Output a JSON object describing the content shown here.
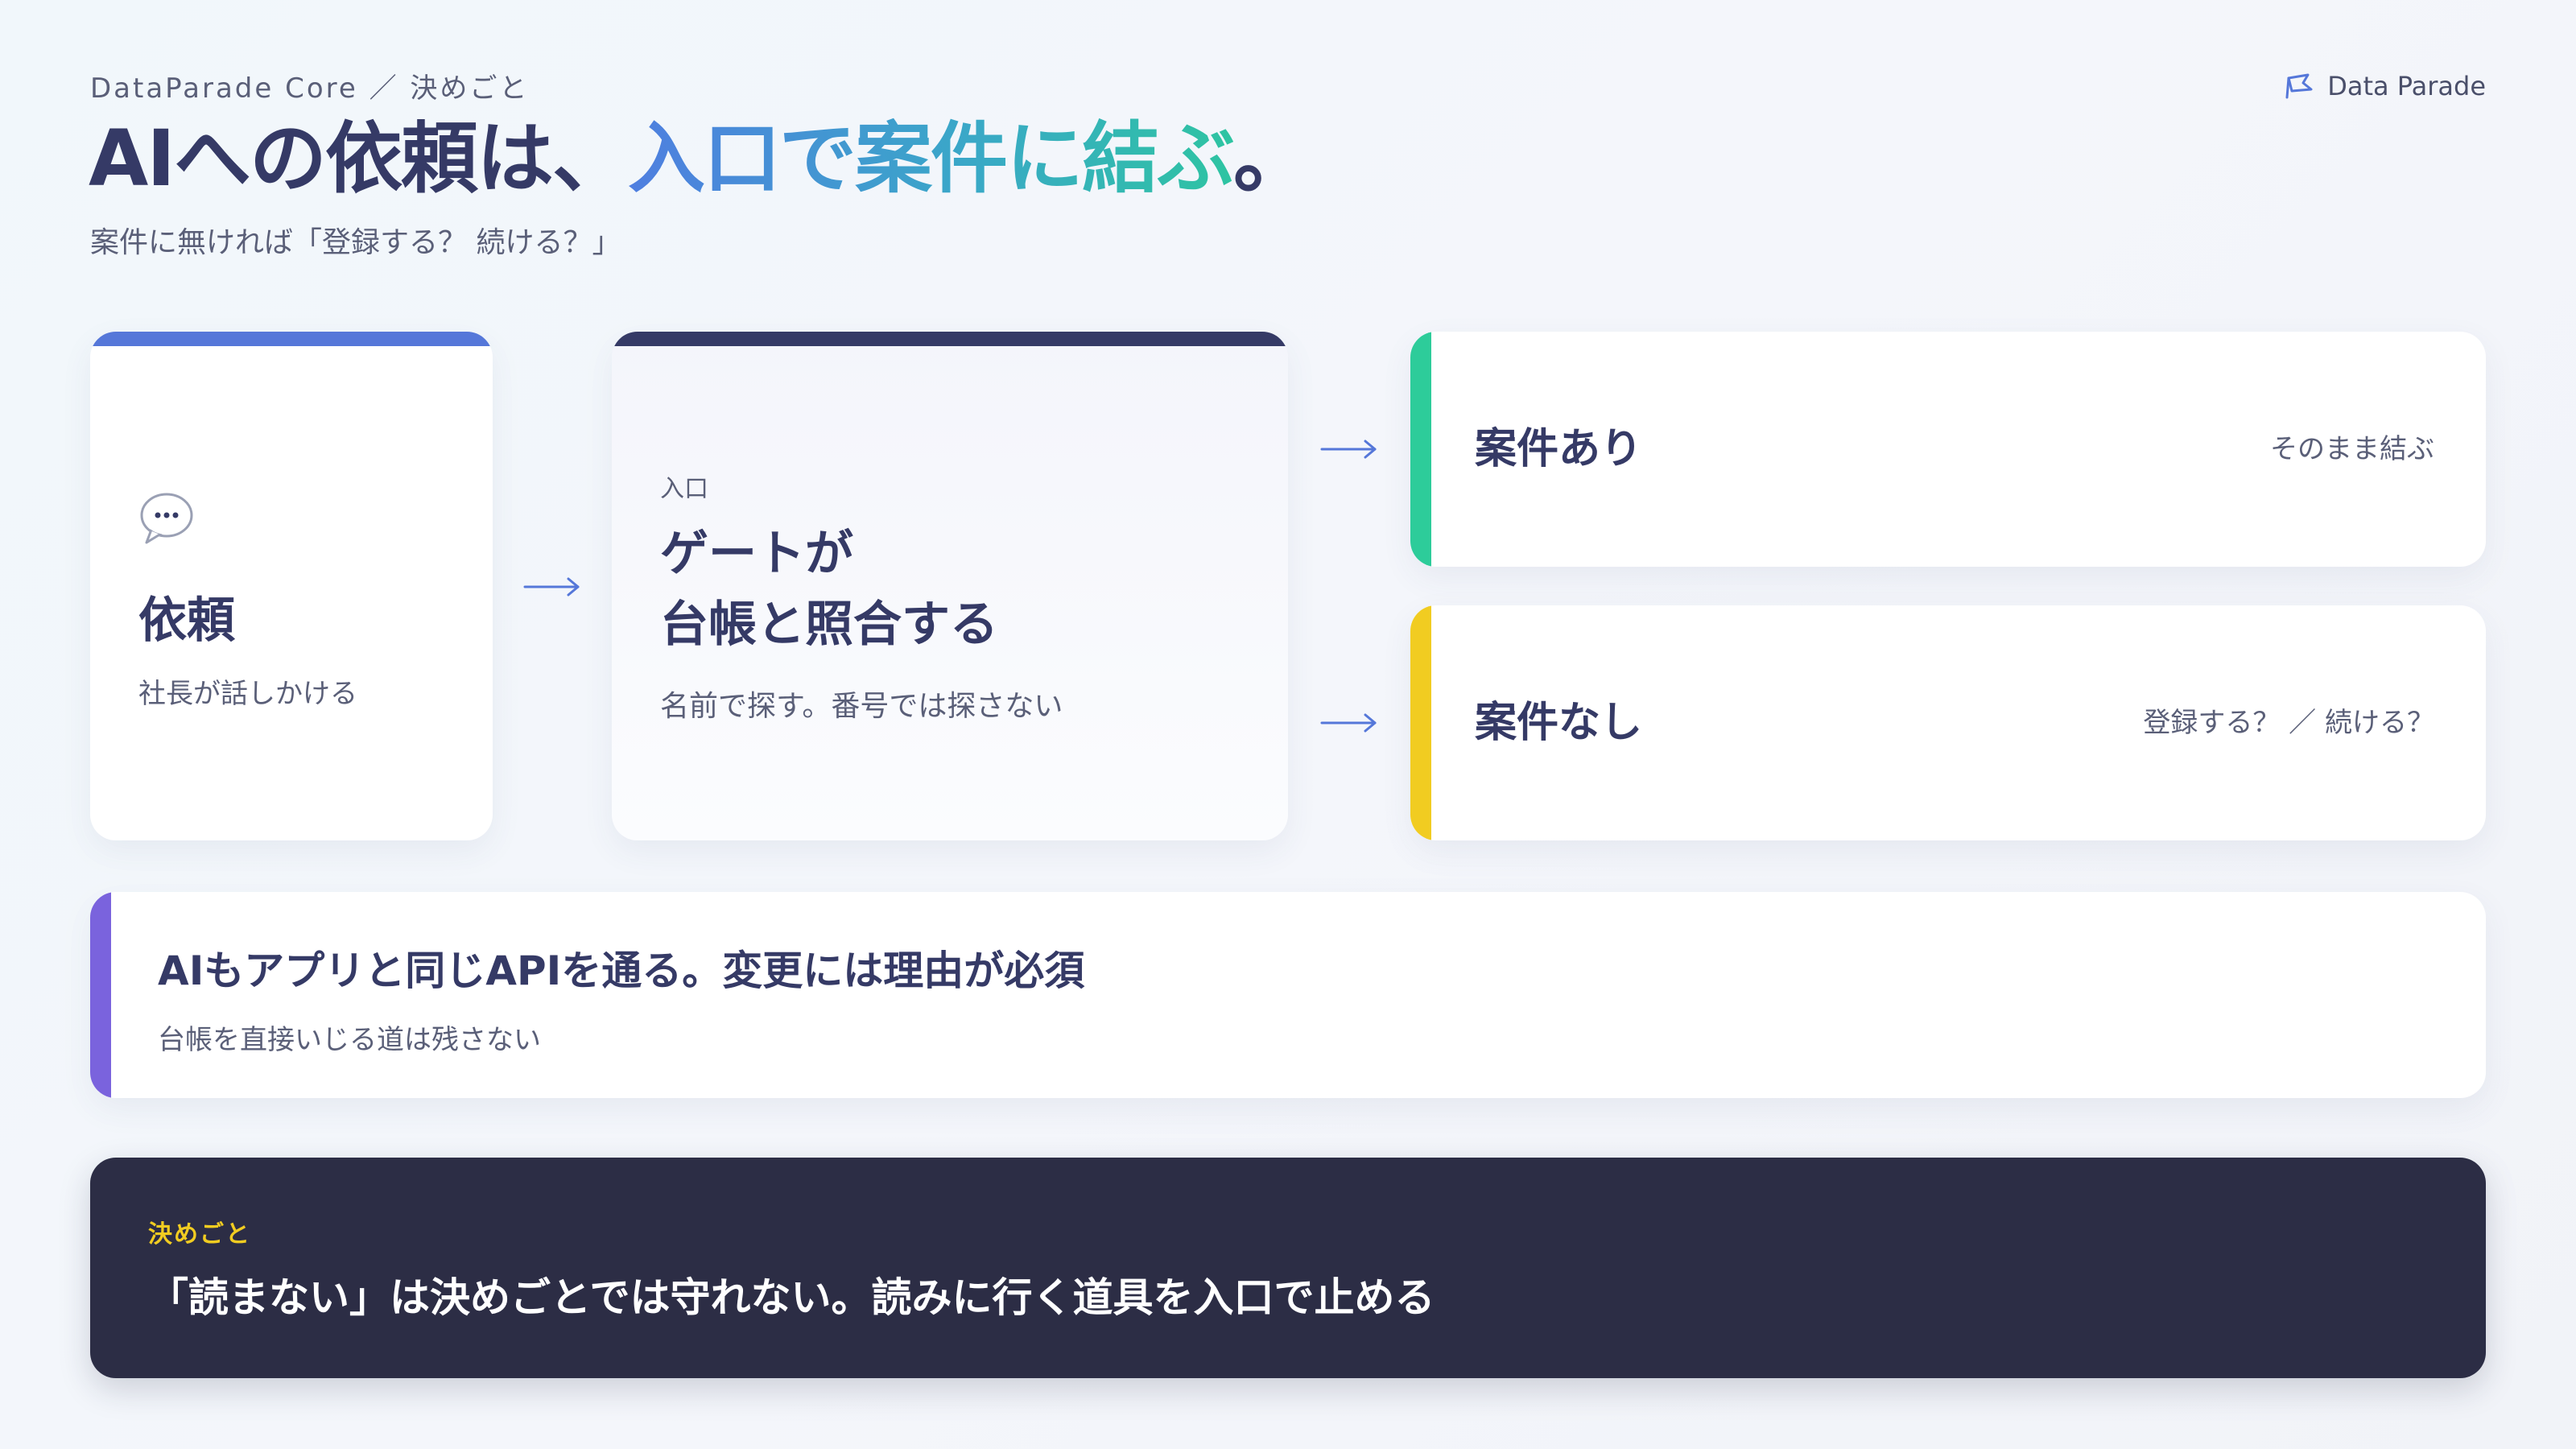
{
  "header": {
    "breadcrumb": "DataParade Core ／ 決めごと",
    "brand_name": "Data Parade",
    "brand_icon": "parade-flag-icon",
    "title_part1": "AIへの依頼は、",
    "title_accent": "入口で案件に結ぶ",
    "title_part3": "。",
    "subtitle": "案件に無ければ「登録する？ 続ける？」"
  },
  "flow": {
    "request": {
      "icon": "speech-bubble-icon",
      "title": "依頼",
      "subtitle": "社長が話しかける"
    },
    "gate": {
      "label": "入口",
      "title_line1": "ゲートが",
      "title_line2": "台帳と照合する",
      "subtitle": "名前で探す。番号では探さない"
    },
    "outcomes": [
      {
        "title": "案件あり",
        "note": "そのまま結ぶ",
        "color": "#2dcc9a"
      },
      {
        "title": "案件なし",
        "note": "登録する？ ／ 続ける？",
        "color": "#f1cc21"
      }
    ]
  },
  "rule": {
    "title": "AIもアプリと同じAPIを通る。変更には理由が必須",
    "subtitle": "台帳を直接いじる道は残さない",
    "color": "#7a63dd"
  },
  "decision": {
    "label": "決めごと",
    "text": "「読まない」は決めごとでは守れない。読みに行く道具を入口で止める"
  },
  "colors": {
    "navy": "#353a66",
    "accent_blue": "#4f7ee0",
    "accent_teal": "#2ec4a2",
    "dark_panel": "#2c2d45",
    "highlight_yellow": "#f1cc21"
  }
}
